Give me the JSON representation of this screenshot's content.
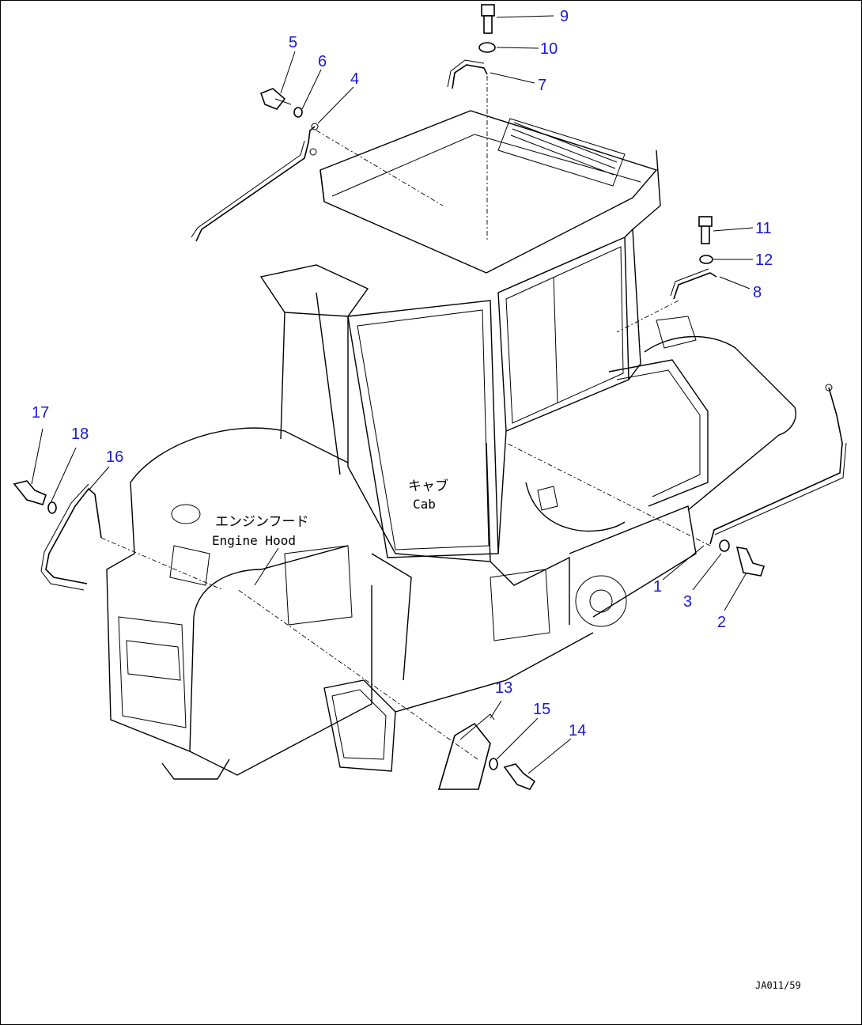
{
  "diagram": {
    "accent_color": "#1a1ad6",
    "line_color": "#000000",
    "labels": {
      "cab_jp": "キャブ",
      "cab_en": "Cab",
      "hood_jp": "エンジンフード",
      "hood_en": "Engine Hood"
    },
    "drawing_code": "JA011/59",
    "callouts": {
      "c1": "1",
      "c2": "2",
      "c3": "3",
      "c4": "4",
      "c5": "5",
      "c6": "6",
      "c7": "7",
      "c8": "8",
      "c9": "9",
      "c10": "10",
      "c11": "11",
      "c12": "12",
      "c13": "13",
      "c14": "14",
      "c15": "15",
      "c16": "16",
      "c17": "17",
      "c18": "18"
    }
  }
}
